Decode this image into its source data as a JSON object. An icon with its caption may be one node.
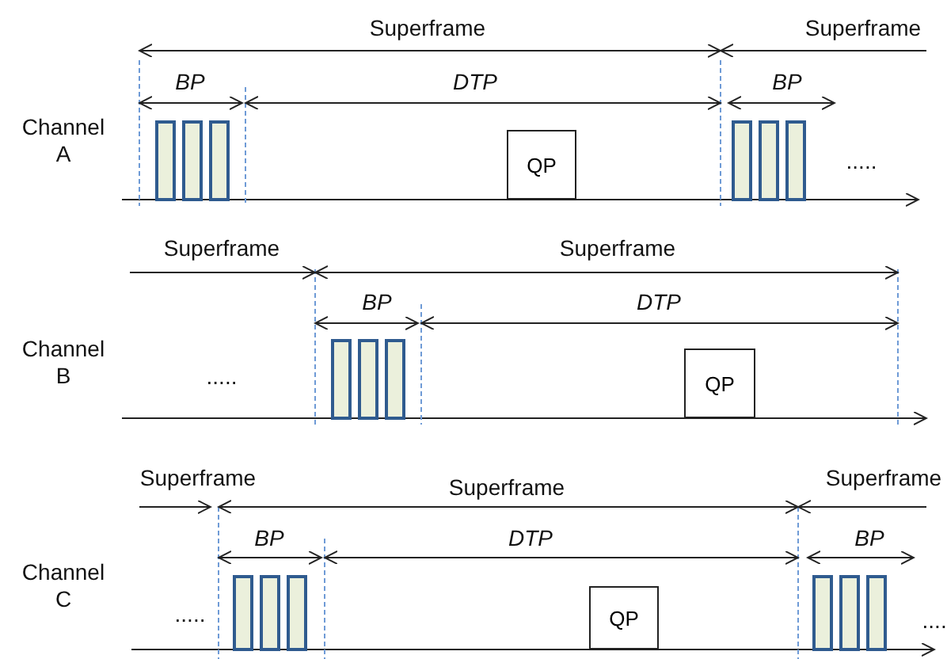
{
  "diagram": {
    "nodes": [
      {
        "text": [
          "QP"
        ]
      },
      {
        "text": [
          "QP"
        ]
      },
      {
        "text": [
          "QP"
        ]
      }
    ],
    "edges": [],
    "labels": [
      "Superframe",
      "Superframe",
      "Channel A",
      "BP",
      "DTP",
      "BP",
      ".....",
      "Superframe",
      "Superframe",
      "Channel B",
      "BP",
      "DTP",
      ".....",
      "Superframe",
      "Superframe",
      "Superframe",
      "Channel C",
      "BP",
      "DTP",
      "BP",
      ".....",
      "....."
    ]
  }
}
